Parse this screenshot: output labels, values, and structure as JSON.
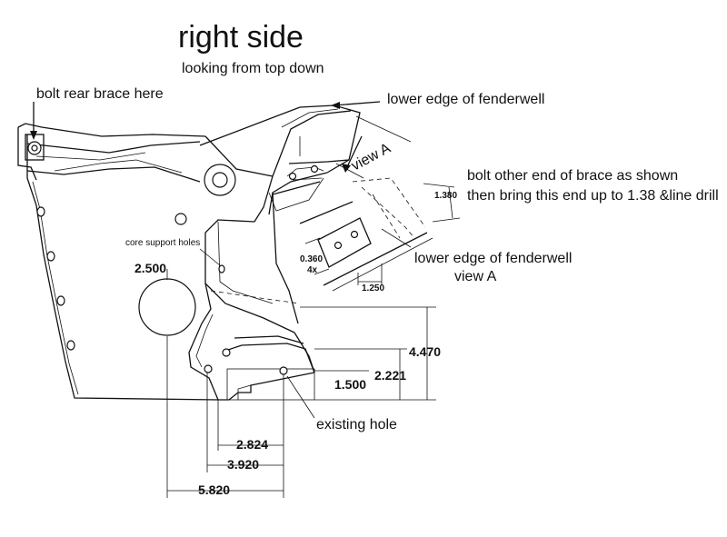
{
  "title": "right side",
  "subtitle": "looking from top down",
  "annotations": {
    "rear_brace": "bolt rear brace here",
    "fenderwell_top": "lower edge of fenderwell",
    "view_a_arrow": "view A",
    "bolt_other_end_1": "bolt other end of brace as shown",
    "bolt_other_end_2": "then bring this end up to 1.38 &line drill",
    "core_support_holes": "core support holes",
    "fenderwell_view": "lower edge of fenderwell",
    "view_a_caption": "view A",
    "existing_hole": "existing hole"
  },
  "dimensions": {
    "d_1380": "1.380",
    "d_0360": "0.360",
    "d_4x": "4x",
    "d_1250": "1.250",
    "d_2500": "2.500",
    "d_4470": "4.470",
    "d_2221": "2.221",
    "d_1500": "1.500",
    "d_2824": "2.824",
    "d_3920": "3.920",
    "d_5820": "5.820"
  }
}
